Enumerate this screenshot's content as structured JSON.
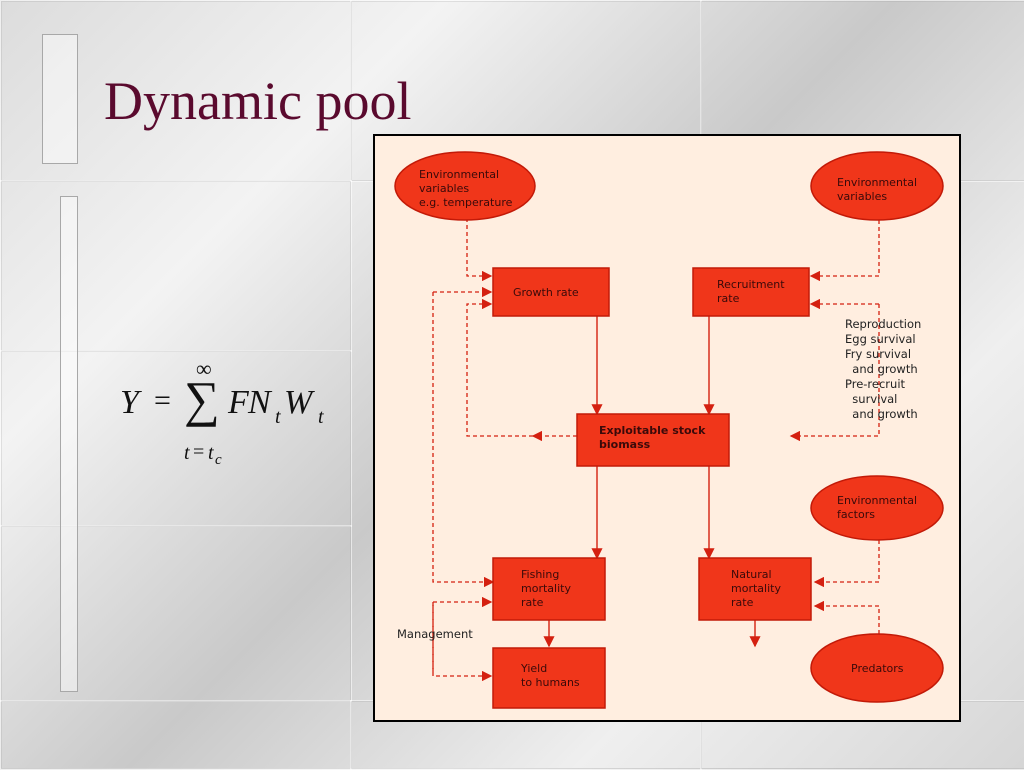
{
  "slide": {
    "title": "Dynamic pool"
  },
  "formula": {
    "lhs": "Y",
    "equals": "=",
    "sum_symbol": "∑",
    "upper_limit": "∞",
    "lower_limit_t": "t",
    "lower_limit_eq": "=",
    "lower_limit_tc": "t",
    "lower_limit_sub": "c",
    "term_F": "F",
    "term_N": "N",
    "term_N_sub": "t",
    "term_W": "W",
    "term_W_sub": "t"
  },
  "diagram": {
    "env_temp": [
      "Environmental",
      "variables",
      "e.g. temperature"
    ],
    "env_vars": [
      "Environmental",
      "variables"
    ],
    "growth_rate": [
      "Growth rate"
    ],
    "recruitment_rate": [
      "Recruitment",
      "rate"
    ],
    "repro_list": [
      "Reproduction",
      "Egg survival",
      "Fry survival",
      "  and growth",
      "Pre-recruit",
      "  survival",
      "  and growth"
    ],
    "exploitable": [
      "Exploitable stock",
      "biomass"
    ],
    "env_factors": [
      "Environmental",
      "factors"
    ],
    "fishing": [
      "Fishing",
      "mortality",
      "rate"
    ],
    "natural": [
      "Natural",
      "mortality",
      "rate"
    ],
    "management": "Management",
    "yield": [
      "Yield",
      "to humans"
    ],
    "predators": [
      "Predators"
    ],
    "colors": {
      "node_fill": "#f0361a",
      "node_stroke": "#c21a08",
      "arrow": "#d42010",
      "panel": "#ffeee0",
      "title": "#5a0a2e"
    }
  }
}
